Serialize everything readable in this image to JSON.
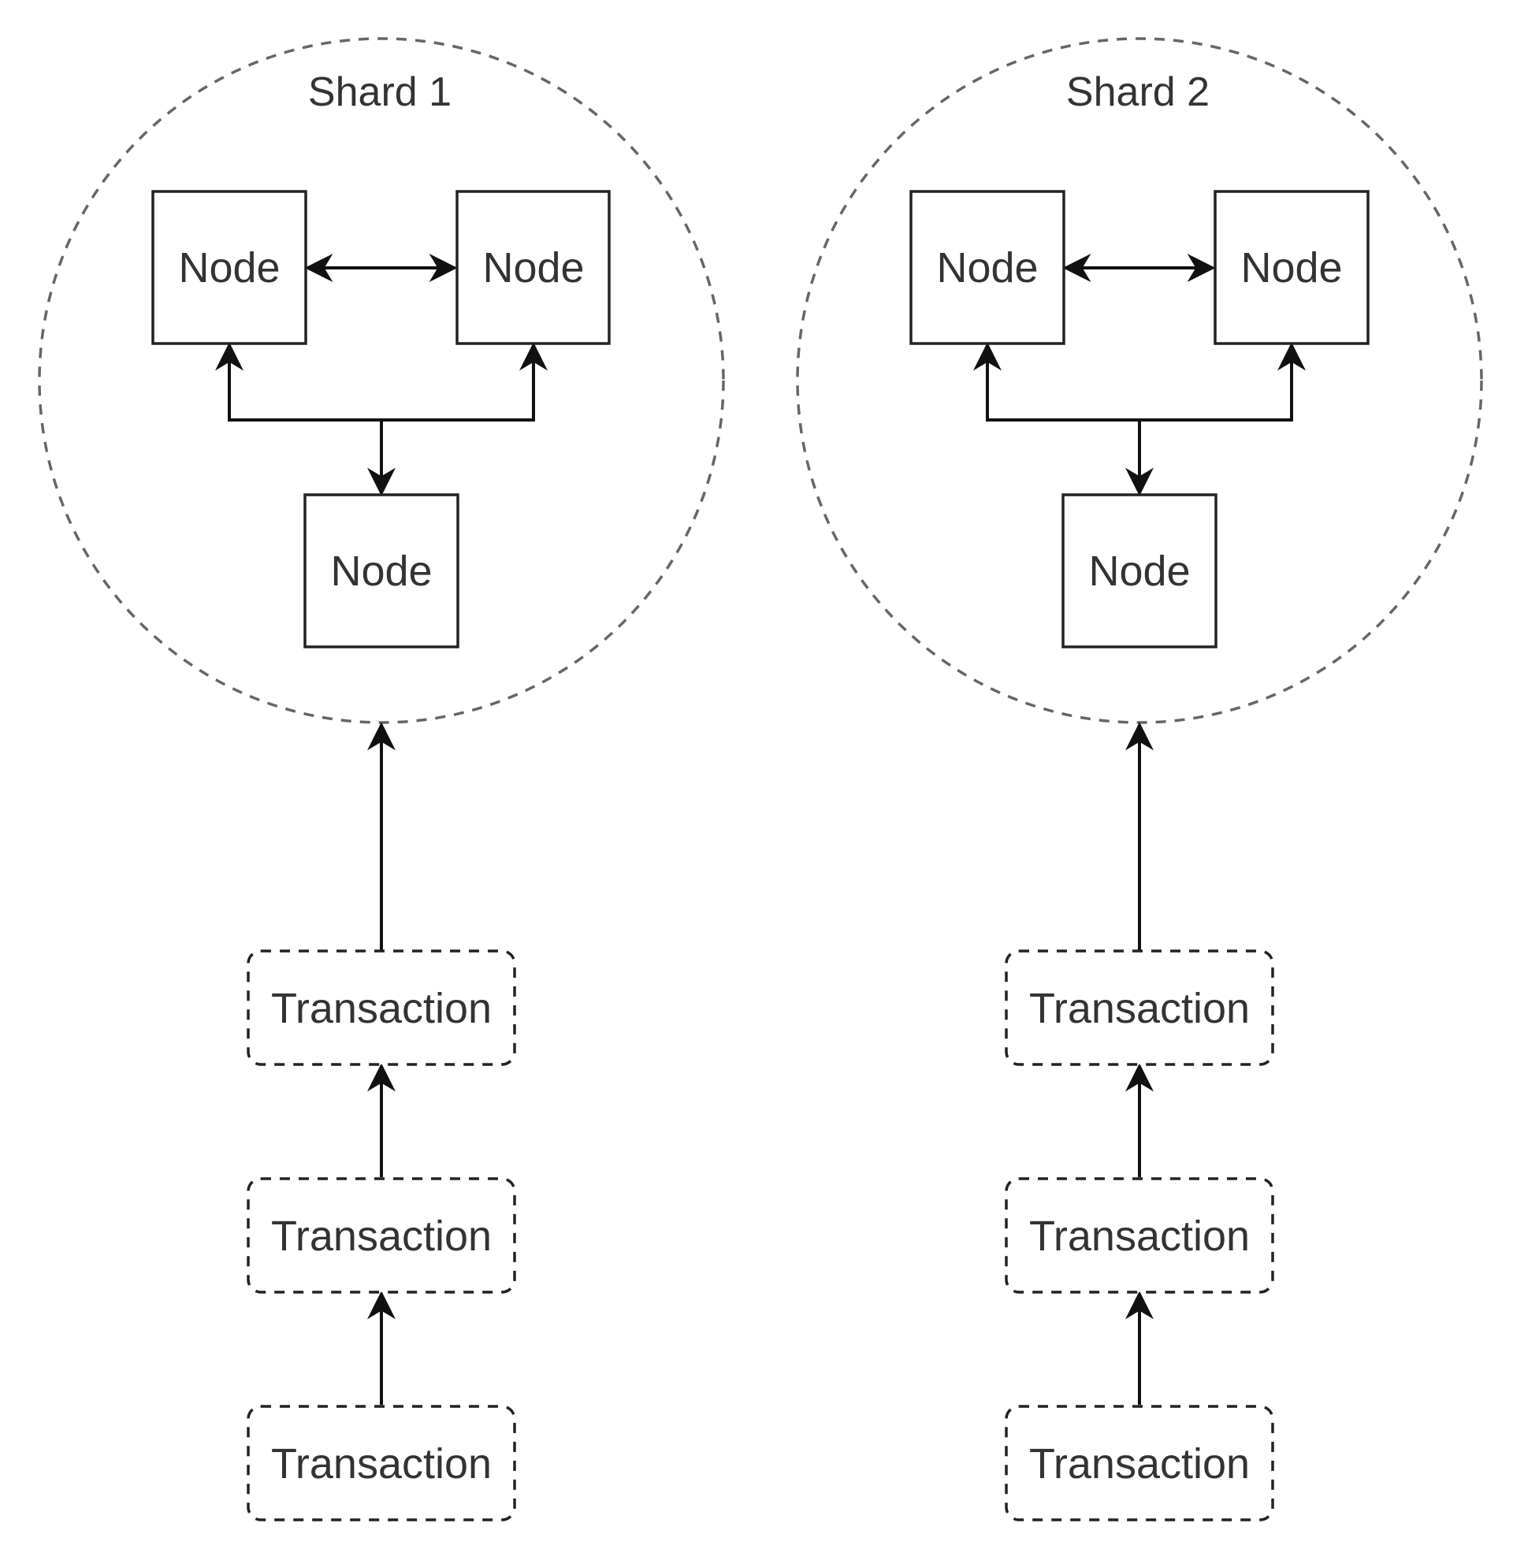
{
  "diagram": {
    "colors": {
      "stroke": "#111111",
      "dashed_outline": "#666666",
      "text": "#333333",
      "background": "#ffffff"
    },
    "shards": [
      {
        "label": "Shard 1",
        "nodes": [
          {
            "label": "Node"
          },
          {
            "label": "Node"
          },
          {
            "label": "Node"
          }
        ],
        "transactions": [
          {
            "label": "Transaction"
          },
          {
            "label": "Transaction"
          },
          {
            "label": "Transaction"
          }
        ]
      },
      {
        "label": "Shard 2",
        "nodes": [
          {
            "label": "Node"
          },
          {
            "label": "Node"
          },
          {
            "label": "Node"
          }
        ],
        "transactions": [
          {
            "label": "Transaction"
          },
          {
            "label": "Transaction"
          },
          {
            "label": "Transaction"
          }
        ]
      }
    ]
  }
}
